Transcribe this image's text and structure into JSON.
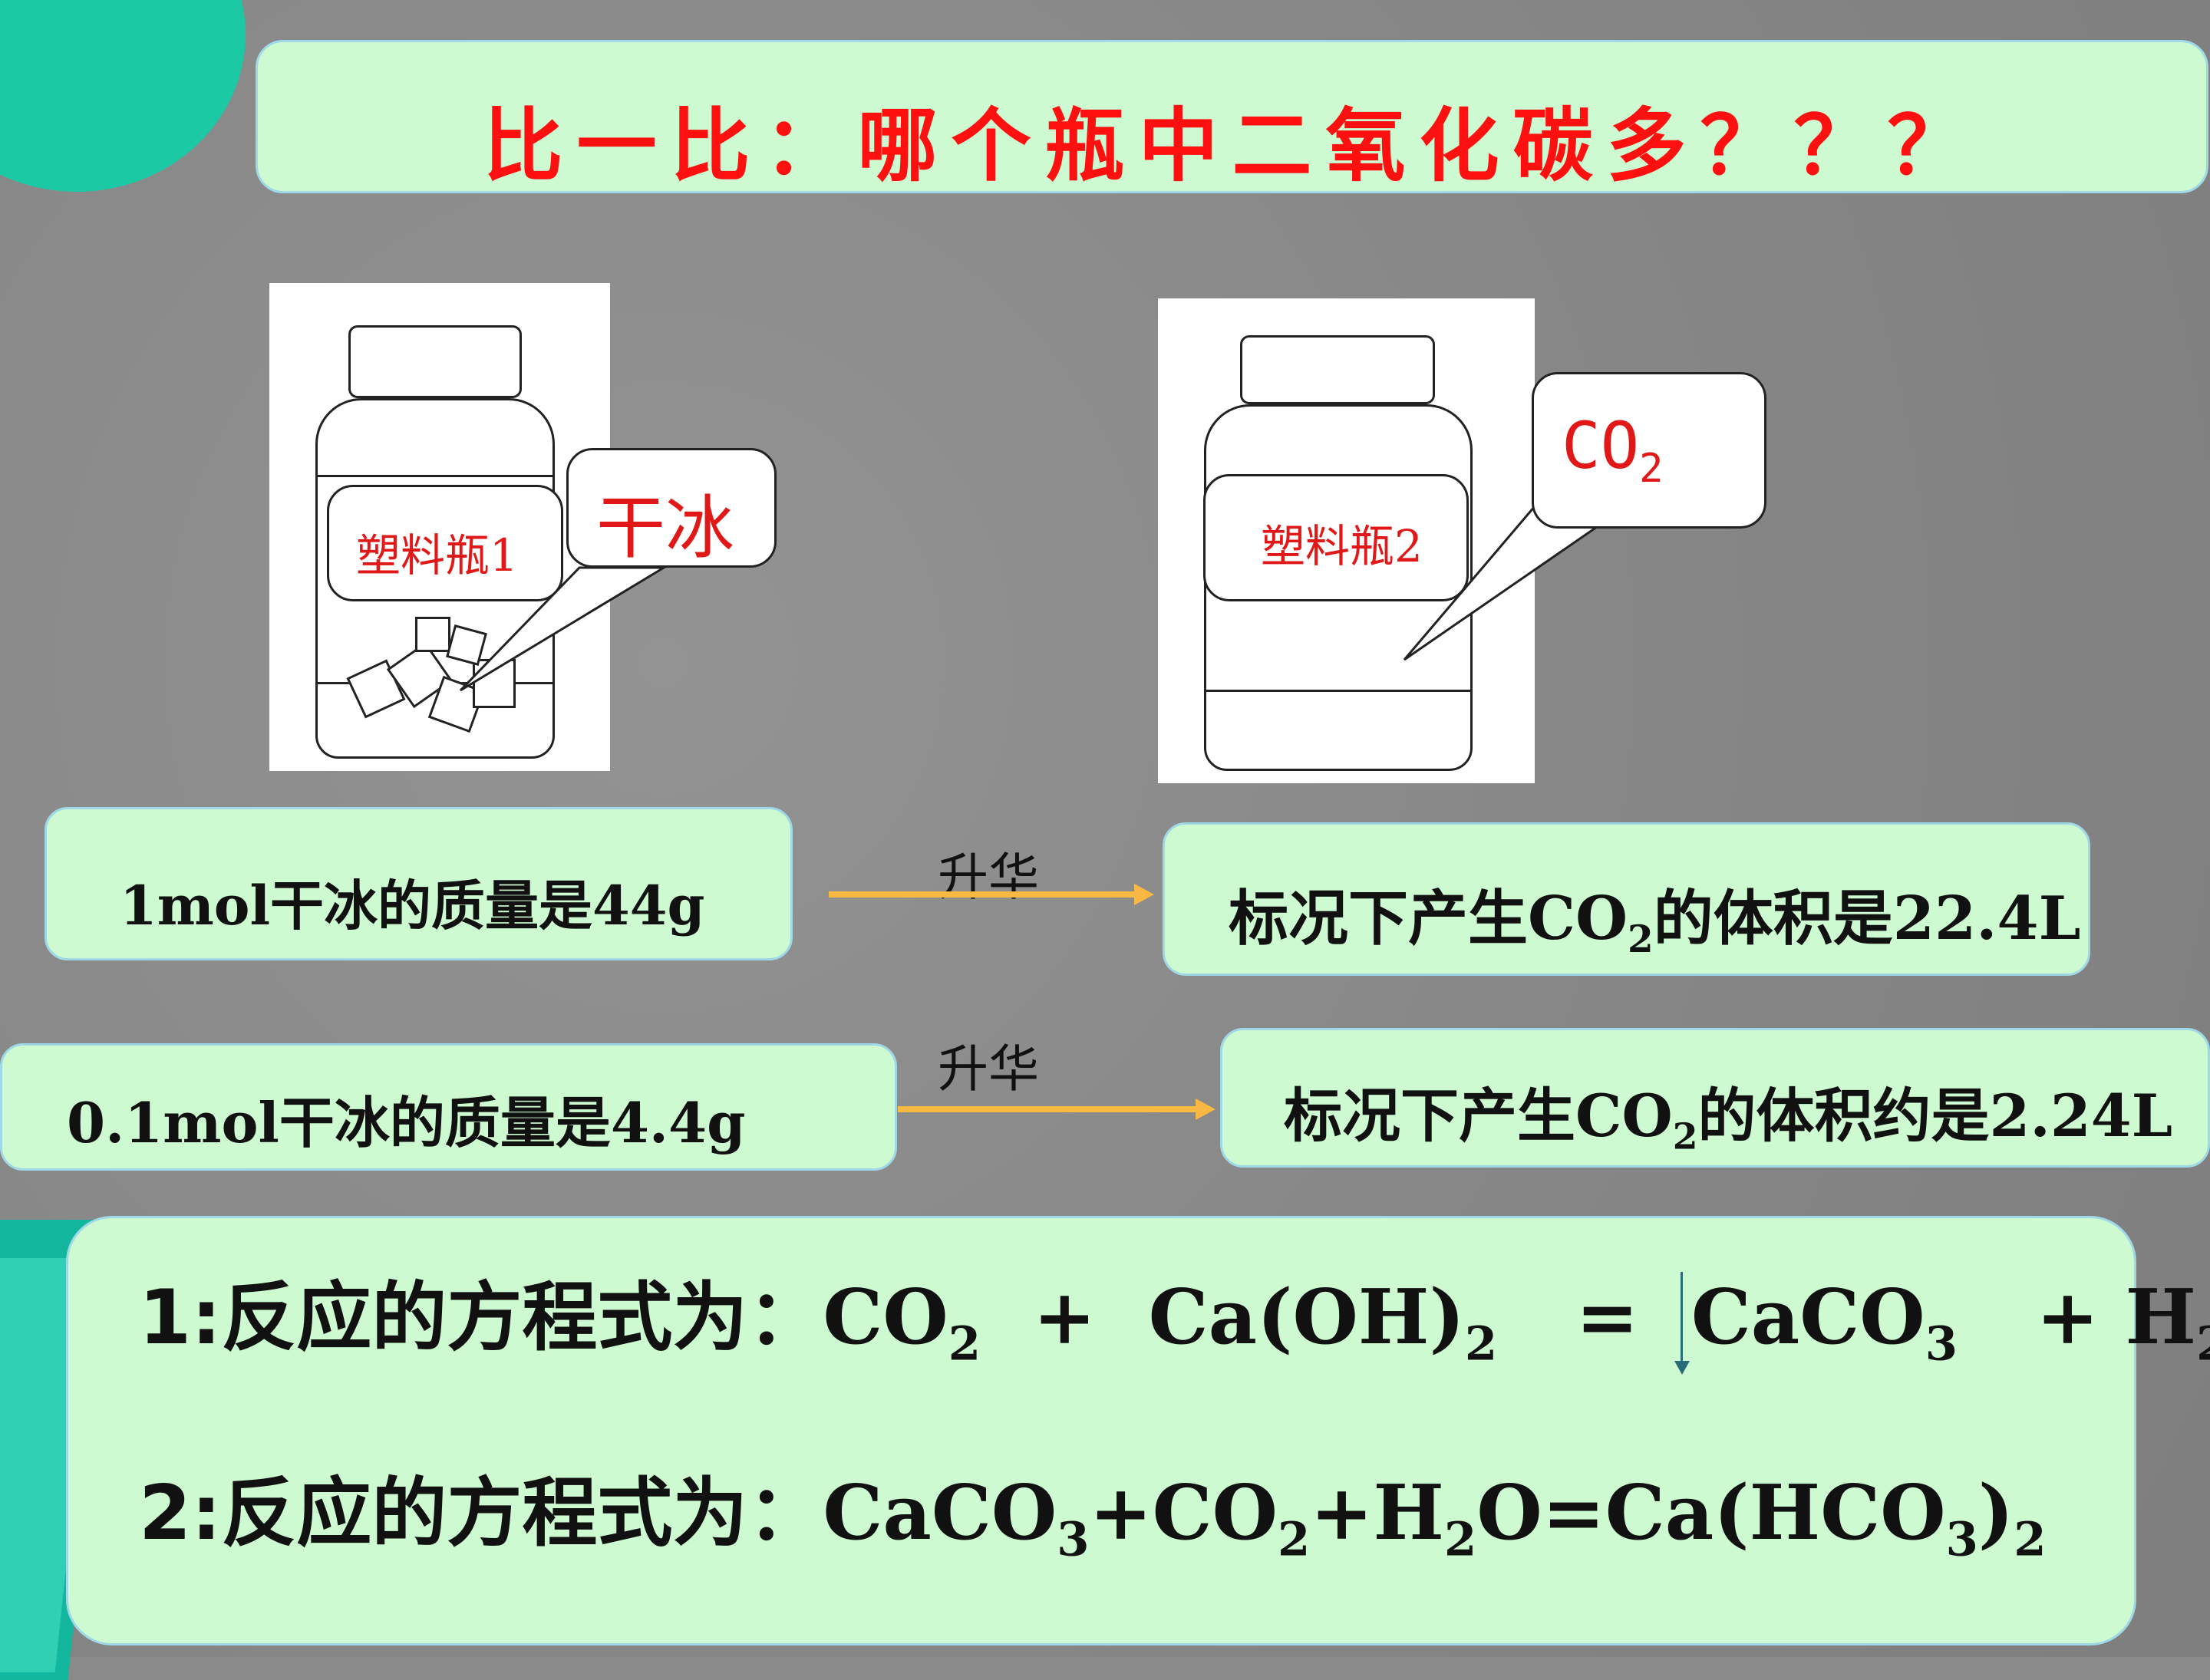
{
  "title": "比一比：哪个瓶中二氧化碳多？？？",
  "bottle1": {
    "label": "塑料瓶1",
    "callout": "干冰"
  },
  "bottle2": {
    "label": "塑料瓶2",
    "callout": "CO",
    "callout_sub": "2"
  },
  "row1": {
    "left": "1mol干冰的质量是44g",
    "arrow_label": "升华",
    "right_pre": "标况下产生CO",
    "right_sub": "2",
    "right_post": "的体积是22.4L"
  },
  "row2": {
    "left": "0.1mol干冰的质量是4.4g",
    "arrow_label": "升华",
    "right_pre": "标况下产生CO",
    "right_sub": "2",
    "right_post": "的体积约是2.24L"
  },
  "equations": {
    "eq1_prefix": "1:反应的方程式为：",
    "eq2_prefix": "2:反应的方程式为："
  },
  "colors": {
    "title": "#ff1010",
    "box_fill": "#cdfad0",
    "arrow": "#f7b944",
    "accent": "#1bc9a5"
  }
}
